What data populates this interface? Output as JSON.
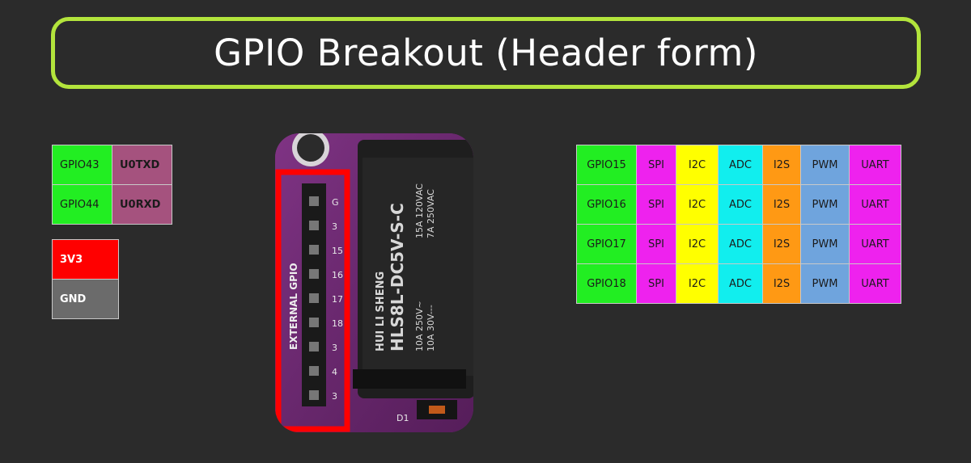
{
  "title": "GPIO Breakout (Header form)",
  "colors": {
    "background": "#2b2b2b",
    "title_border": "#b3e43c",
    "gpio": "#22ee22",
    "uart_func": "#a5527e",
    "v3v3": "#ff0000",
    "gnd": "#6b6b6b",
    "spi": "#ee22ee",
    "i2c": "#ffff00",
    "adc": "#11eeee",
    "i2s": "#ff9914",
    "pwm": "#6fa4dd",
    "uart": "#ee22ee",
    "highlight": "#ff0000"
  },
  "uart_pins": [
    {
      "gpio": "GPIO43",
      "func": "U0TXD"
    },
    {
      "gpio": "GPIO44",
      "func": "U0RXD"
    }
  ],
  "power_pins": [
    "3V3",
    "GND"
  ],
  "gpio_pins": [
    {
      "gpio": "GPIO15",
      "funcs": [
        "SPI",
        "I2C",
        "ADC",
        "I2S",
        "PWM",
        "UART"
      ]
    },
    {
      "gpio": "GPIO16",
      "funcs": [
        "SPI",
        "I2C",
        "ADC",
        "I2S",
        "PWM",
        "UART"
      ]
    },
    {
      "gpio": "GPIO17",
      "funcs": [
        "SPI",
        "I2C",
        "ADC",
        "I2S",
        "PWM",
        "UART"
      ]
    },
    {
      "gpio": "GPIO18",
      "funcs": [
        "SPI",
        "I2C",
        "ADC",
        "I2S",
        "PWM",
        "UART"
      ]
    }
  ],
  "board": {
    "silkscreen": "EXTERNAL GPIO",
    "pin_labels": [
      "G",
      "3",
      "15",
      "16",
      "17",
      "18",
      "3",
      "4",
      "3"
    ],
    "relay_brand": "HUI LI SHENG",
    "relay_model": "HLS8L-DC5V-S-C",
    "relay_ratings_left": [
      "10A 250V~",
      "10A 30V---"
    ],
    "relay_ratings_right": [
      "15A 120VAC",
      "7A 250VAC"
    ],
    "diode_label": "D1"
  }
}
